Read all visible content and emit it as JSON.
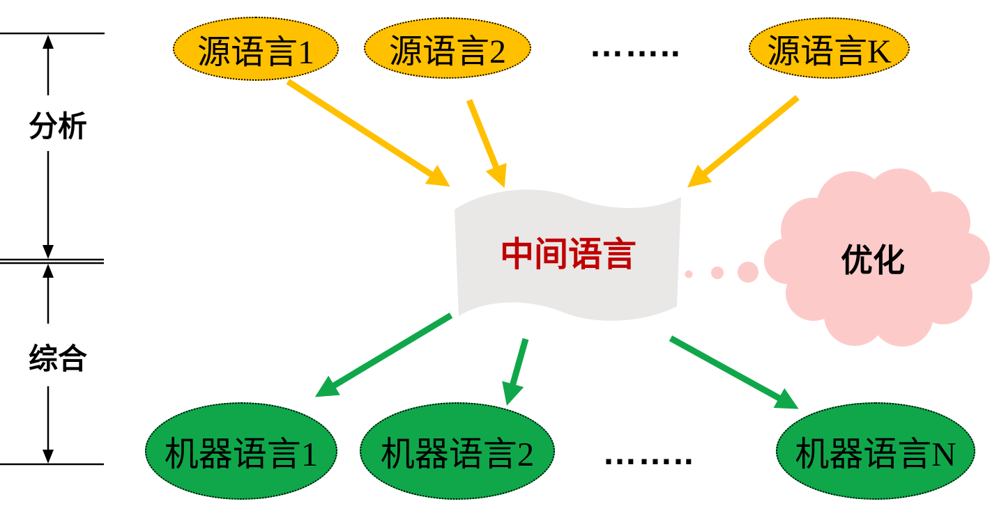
{
  "diagram": {
    "left_axis": {
      "analysis_label": "分析",
      "synthesis_label": "综合"
    },
    "source_row": {
      "items": [
        {
          "label": "源语言1"
        },
        {
          "label": "源语言2"
        },
        {
          "label": "源语言K"
        }
      ],
      "ellipsis": "…….."
    },
    "intermediate": {
      "label": "中间语言"
    },
    "optimization": {
      "label": "优化"
    },
    "machine_row": {
      "items": [
        {
          "label": "机器语言1"
        },
        {
          "label": "机器语言2"
        },
        {
          "label": "机器语言N"
        }
      ],
      "ellipsis": "…….."
    },
    "colors": {
      "source_fill": "#FFC000",
      "machine_fill": "#10A74B",
      "arrow_yellow": "#FFC000",
      "arrow_green": "#10A74B",
      "banner_fill": "#E9E8E7",
      "banner_text": "#C00000",
      "cloud_fill": "#FCCBC9",
      "text_black": "#000000"
    }
  }
}
